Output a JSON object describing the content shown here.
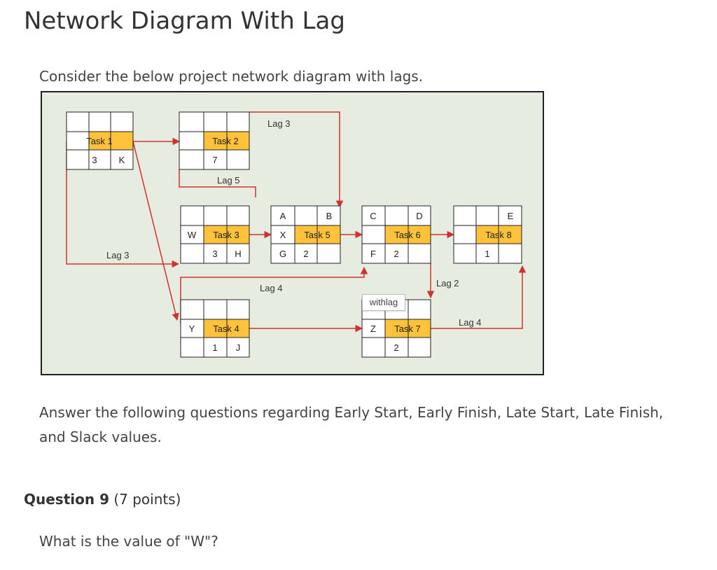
{
  "header": {
    "title": "Network Diagram With Lag"
  },
  "intro": "Consider the below project network diagram with lags.",
  "diagram": {
    "nodes": {
      "task1": {
        "name": "Task 1",
        "bl": "3",
        "bm": "K"
      },
      "task2": {
        "name": "Task 2",
        "bl": "7"
      },
      "task3": {
        "name": "Task 3",
        "ml": "W",
        "bm": "3",
        "br": "H"
      },
      "task5": {
        "name": "Task 5",
        "tl": "A",
        "tr": "B",
        "ml": "X",
        "bl": "G",
        "bm": "2"
      },
      "task6": {
        "name": "Task 6",
        "tl": "C",
        "tm": "D",
        "bl": "F",
        "bm": "2"
      },
      "task8": {
        "name": "Task 8",
        "tr": "E",
        "bm": "1"
      },
      "task4": {
        "name": "Task 4",
        "ml": "Y",
        "bm": "1",
        "br": "J"
      },
      "task7": {
        "name": "Task 7",
        "ml": "Z",
        "bm": "2"
      }
    },
    "lags": {
      "lag_t2_t5": "Lag 3",
      "lag_t2_bottom": "Lag 5",
      "lag_t1_t3": "Lag 3",
      "lag_t4_t6": "Lag 4",
      "lag_t6_t7": "Lag 2",
      "lag_t7_t8": "Lag 4"
    },
    "tooltip": "withlag",
    "colors": {
      "task_fill": "#ffc23a",
      "arrow": "#d0312d",
      "background": "#e6ede0"
    }
  },
  "answer_text": "Answer the following questions regarding Early Start, Early Finish, Late Start, Late Finish, and Slack values.",
  "question": {
    "label": "Question 9",
    "points": "(7 points)",
    "text": "What is the value of \"W\"?"
  }
}
